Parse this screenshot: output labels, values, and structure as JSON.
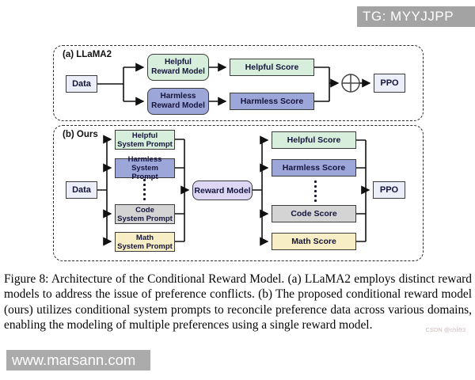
{
  "overlays": {
    "tg_badge": "TG: MYYJJPP",
    "site_watermark": "www.marsann.com",
    "csdn_watermark": "CSDN @chli93"
  },
  "figure": {
    "panel_a": {
      "label": "(a) LLaMA2",
      "data": "Data",
      "helpful_rm": "Helpful\nReward Model",
      "harmless_rm": "Harmless\nReward Model",
      "helpful_score": "Helpful Score",
      "harmless_score": "Harmless Score",
      "combine_icon": "circled-plus-icon",
      "ppo": "PPO"
    },
    "panel_b": {
      "label": "(b) Ours",
      "data": "Data",
      "prompts": [
        "Helpful\nSystem Prompt",
        "Harmless System\nPrompt",
        "Code\nSystem Prompt",
        "Math\nSystem Prompt"
      ],
      "reward_model": "Reward Model",
      "scores": [
        "Helpful Score",
        "Harmless Score",
        "Code Score",
        "Math Score"
      ],
      "ppo": "PPO"
    },
    "caption": "Figure 8: Architecture of the Conditional Reward Model. (a) LLaMA2 employs distinct reward models to address the issue of preference conflicts. (b) The proposed conditional reward model (ours) utilizes conditional system prompts to reconcile preference data across various domains, enabling the modeling of multiple preferences using a single reward model."
  },
  "colors": {
    "helpful": "#d7eedc",
    "harmless": "#9da6d9",
    "code": "#d4d4d4",
    "math": "#f8eec5",
    "io_box": "#eceefa",
    "reward_model": "#ddd7f3",
    "line": "#111111",
    "badge_bg": "#a3a3a3"
  }
}
